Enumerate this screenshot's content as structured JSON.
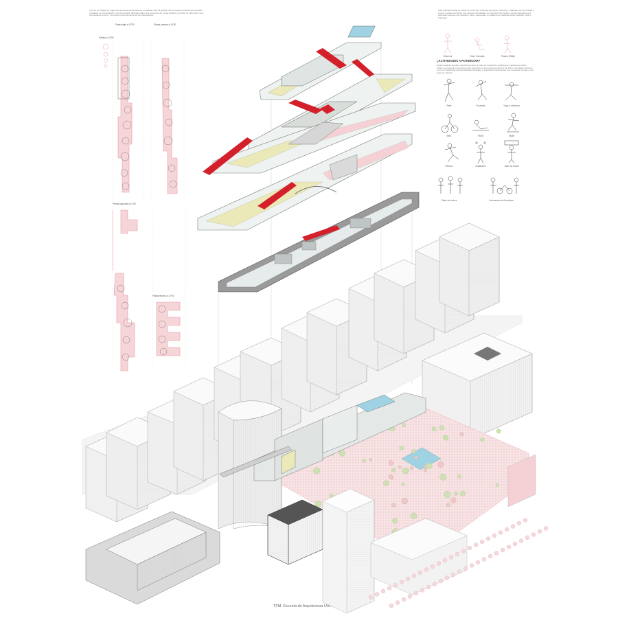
{
  "texts": {
    "intro_left": "Uno de los rasgos de origen de la azotea escalonada es el carácter más de gestión de los espacios colectivos de pasillo mediante, de continuación y de proximidad. Valorado sigue una secuencia de zonas flexibles y a partir de diferentes usos comunitarios entre sí y el mismo recorrido de la red de intercambios.",
    "intro_right": "Sala principal donde se busca un encuentro entre las personas, usuarios y creadores de comunidad y grupos sociales del barrio que generan actividades en espacios intermedios, donde interactúan las personas mayores con jóvenes y niños, generando un sistema de estancias vivas, flexibles, ricas y humanas.",
    "section_heading": "¿ACTIVIDADES A POTENCIAR?",
    "section_body": "Estas prácticas pueden entenderse como un acto de resistencia política que cuestiona el orden urbano, generando encuentros entre personas en los espacios públicos del barrio. El edificio funciona como un catalizador para actividades culturales y deportivas espontáneas que recuperan la calle como lugar de relación.",
    "footer": "TFM. Escuela de Arquitectura UAH"
  },
  "plans": {
    "legend": "Radios a 1/750",
    "plan1": "Planta baja a 1/750",
    "plan2": "Planta primera a 1/750",
    "plan3": "Planta segunda a 1/750",
    "plan4": "Planta tercera a 1/750"
  },
  "activities": [
    "Observar",
    "Estar Tranquilo",
    "Pasear (Walk)",
    "Baile",
    "Escalada",
    "Yoga y calistenia",
    "BMX",
    "Picnic",
    "Parkour",
    "Malabares",
    "Taller de lectura",
    "Skate",
    "Taller de teatro",
    "Intercambio de bicicletas"
  ],
  "colors": {
    "pink_accent": "#e89aa3",
    "red_connector": "#d4202a",
    "yellow_floor": "#ece9b8",
    "pool_blue": "#9fd3e3",
    "building_grey": "#d6d6d6",
    "tree_green": "#a9c98a"
  }
}
